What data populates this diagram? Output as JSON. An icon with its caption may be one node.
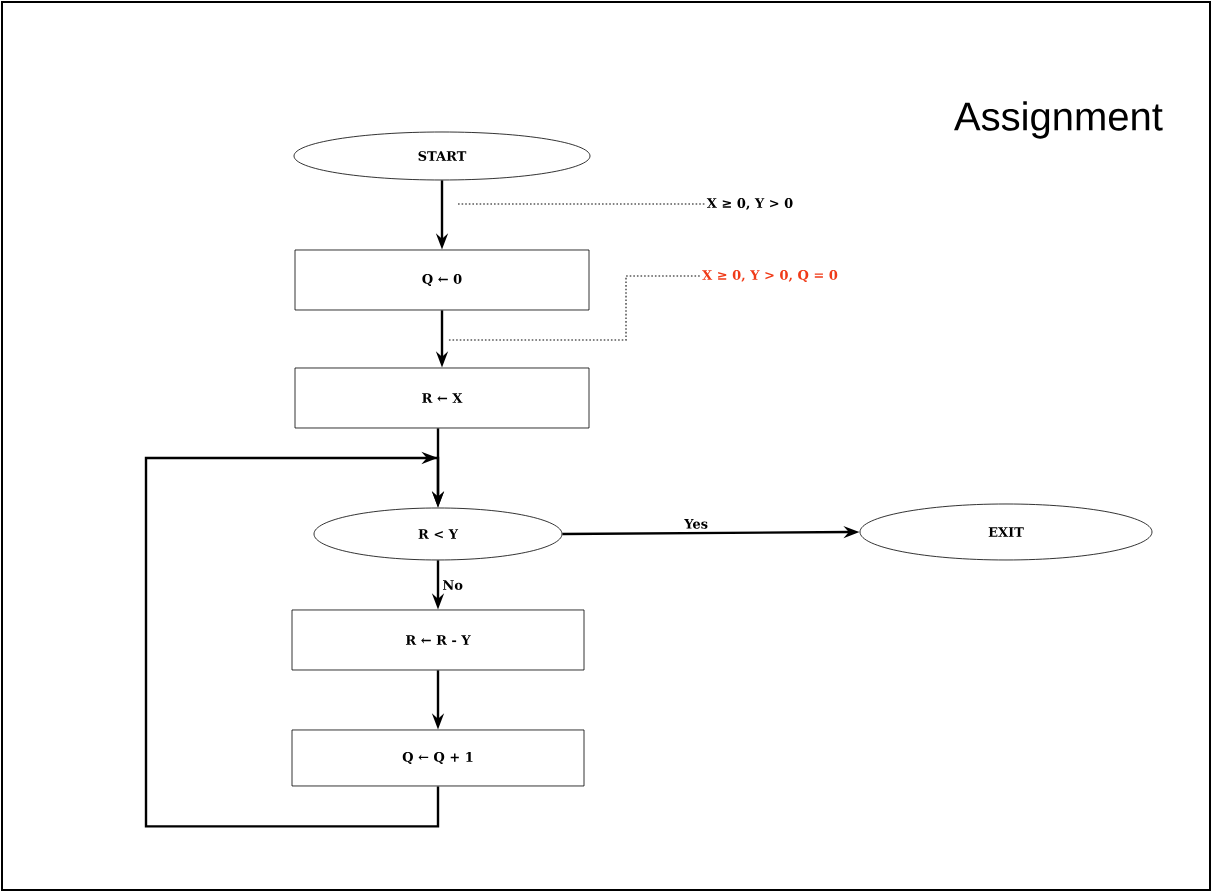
{
  "diagram": {
    "title": "Assignment",
    "nodes": [
      {
        "text": [
          "START"
        ]
      },
      {
        "text": [
          "Q ← 0"
        ]
      },
      {
        "text": [
          "R ← X"
        ]
      },
      {
        "text": [
          "R < Y"
        ]
      },
      {
        "text": [
          "EXIT"
        ]
      },
      {
        "text": [
          "R ← R - Y"
        ]
      },
      {
        "text": [
          "Q ← Q + 1"
        ]
      },
      {
        "text": [
          "X ≥ 0, Y > 0"
        ]
      },
      {
        "text": [
          "X ≥ 0, Y > 0, Q = 0"
        ]
      }
    ],
    "edges": [
      {
        "from": 0,
        "to": 1,
        "arrow": "to"
      },
      {
        "from": 1,
        "to": 2,
        "arrow": "to"
      },
      {
        "from": 2,
        "to": 3,
        "arrow": "to"
      },
      {
        "from": 3,
        "to": 4,
        "arrow": "to",
        "label": "Yes"
      },
      {
        "from": 3,
        "to": 5,
        "arrow": "to",
        "label": "No"
      },
      {
        "from": 5,
        "to": 6,
        "arrow": "to"
      },
      {
        "from": 6,
        "to": 3,
        "arrow": "to"
      },
      {
        "from": 7,
        "to": null,
        "arrow": "none",
        "style": "dashed"
      },
      {
        "from": 8,
        "to": null,
        "arrow": "none",
        "style": "dashed"
      }
    ]
  }
}
